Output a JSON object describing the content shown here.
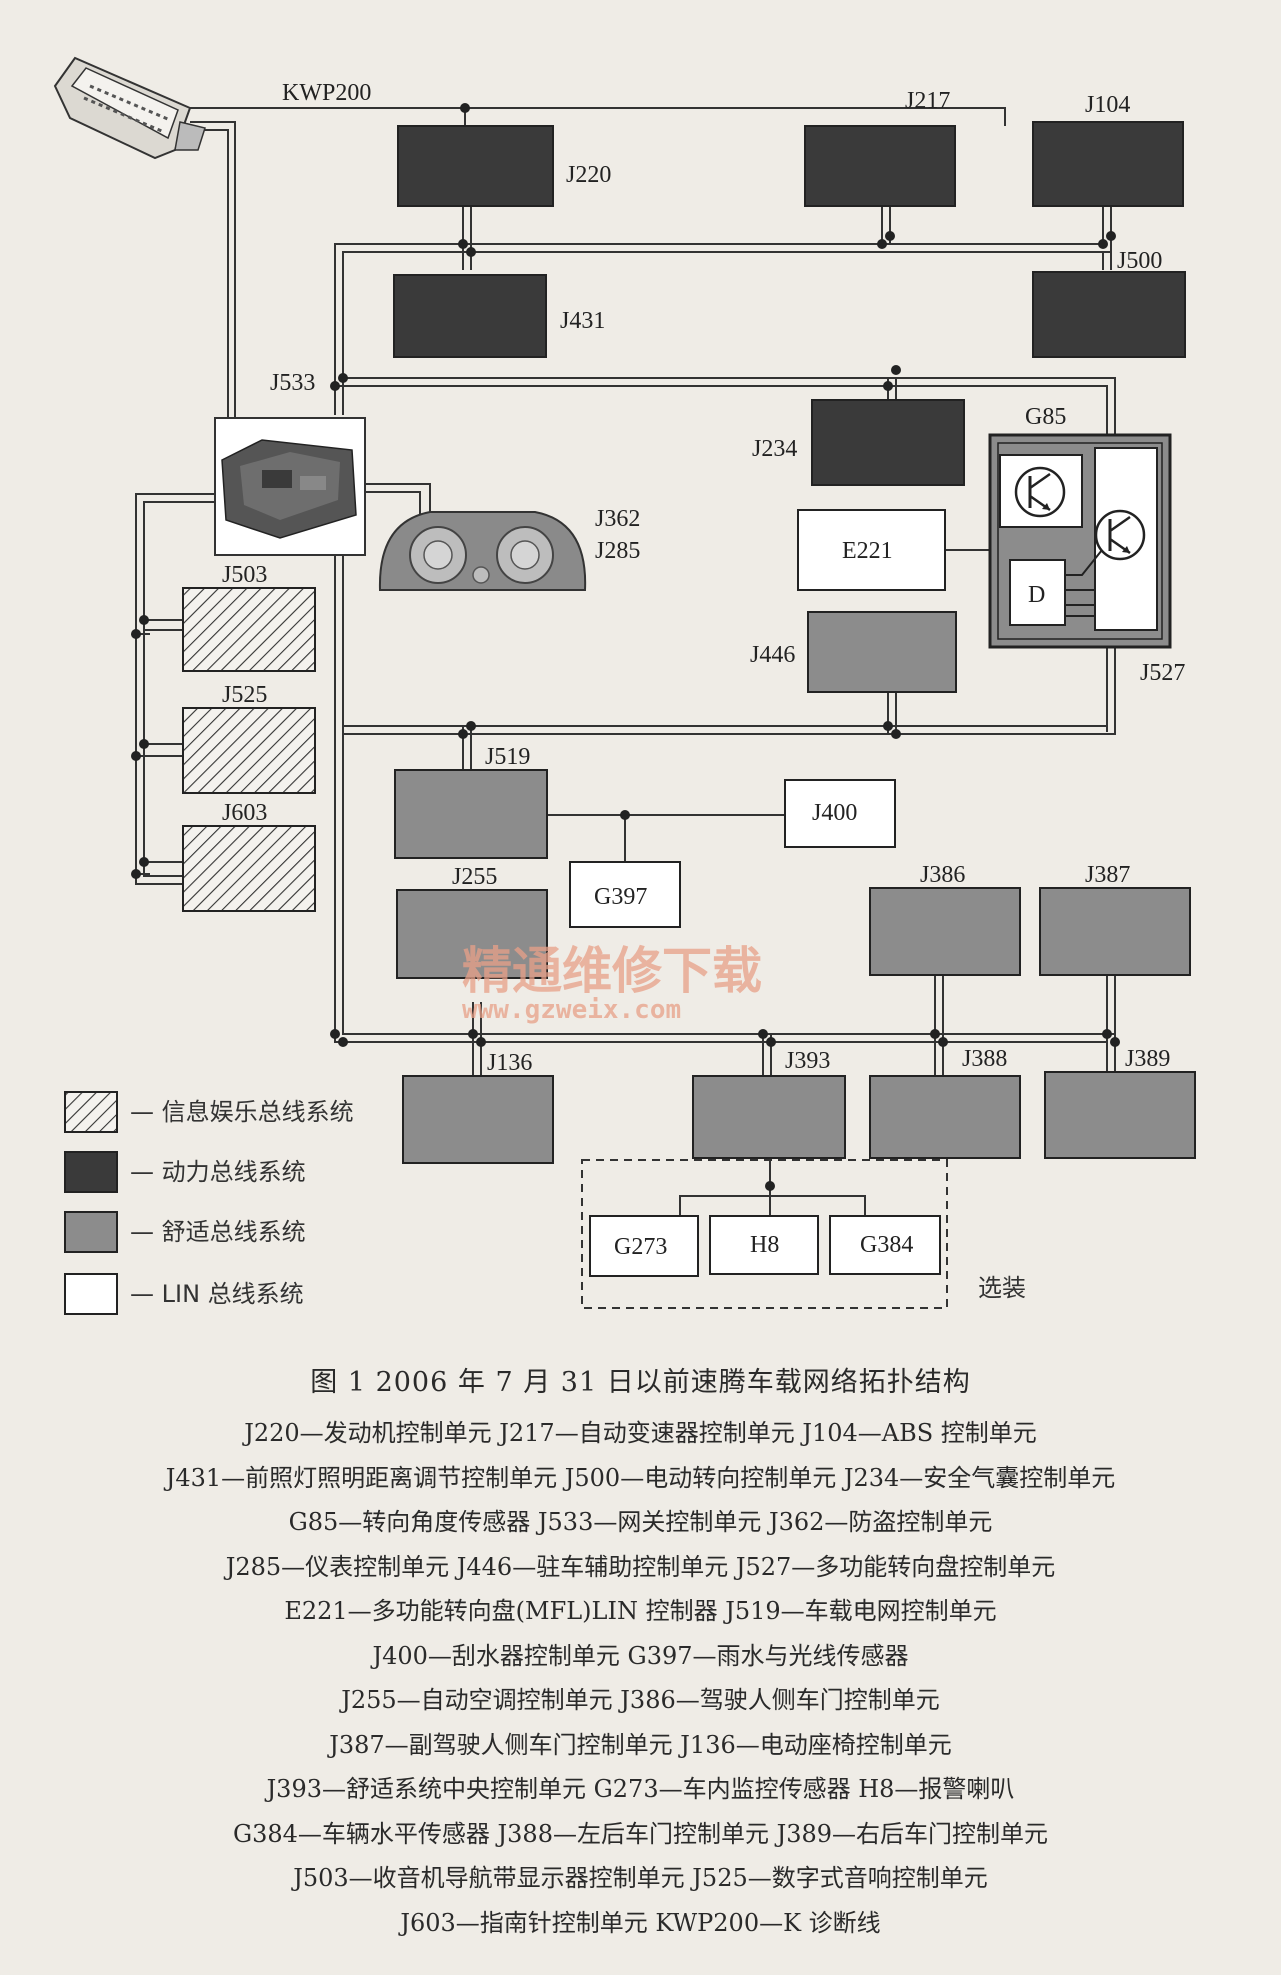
{
  "diagram": {
    "obd_label": "KWP200",
    "nodes": {
      "J220": "J220",
      "J217": "J217",
      "J104": "J104",
      "J431": "J431",
      "J500": "J500",
      "J533": "J533",
      "J234": "J234",
      "G85": "G85",
      "E221": "E221",
      "J446": "J446",
      "J527": "J527",
      "J362": "J362",
      "J285": "J285",
      "J503": "J503",
      "J525": "J525",
      "J603": "J603",
      "J519": "J519",
      "J400": "J400",
      "G397": "G397",
      "J255": "J255",
      "J386": "J386",
      "J387": "J387",
      "J136": "J136",
      "J393": "J393",
      "J388": "J388",
      "J389": "J389",
      "G273": "G273",
      "H8": "H8",
      "G384": "G384",
      "D": "D"
    },
    "optional_label": "选装",
    "legend": [
      {
        "label": "— 信息娱乐总线系统",
        "pattern": "hatch"
      },
      {
        "label": "— 动力总线系统",
        "color": "#3a3a3a"
      },
      {
        "label": "— 舒适总线系统",
        "color": "#8c8c8c"
      },
      {
        "label": "— LIN 总线系统",
        "color": "#ffffff"
      }
    ],
    "watermark": {
      "line1": "精通维修下载",
      "line2": "www.gzweix.com"
    }
  },
  "caption": {
    "title": "图 1   2006 年 7 月 31 日以前速腾车载网络拓扑结构",
    "lines": [
      "J220—发动机控制单元   J217—自动变速器控制单元   J104—ABS 控制单元",
      "J431—前照灯照明距离调节控制单元   J500—电动转向控制单元   J234—安全气囊控制单元",
      "G85—转向角度传感器   J533—网关控制单元   J362—防盗控制单元",
      "J285—仪表控制单元   J446—驻车辅助控制单元   J527—多功能转向盘控制单元",
      "E221—多功能转向盘(MFL)LIN 控制器   J519—车载电网控制单元",
      "J400—刮水器控制单元   G397—雨水与光线传感器",
      "J255—自动空调控制单元   J386—驾驶人侧车门控制单元",
      "J387—副驾驶人侧车门控制单元   J136—电动座椅控制单元",
      "J393—舒适系统中央控制单元   G273—车内监控传感器   H8—报警喇叭",
      "G384—车辆水平传感器   J388—左后车门控制单元   J389—右后车门控制单元",
      "J503—收音机导航带显示器控制单元   J525—数字式音响控制单元",
      "J603—指南针控制单元   KWP200—K 诊断线"
    ]
  },
  "colors": {
    "power": "#3a3a3a",
    "comfort": "#8c8c8c",
    "lin": "#ffffff",
    "background": "#efece6"
  }
}
